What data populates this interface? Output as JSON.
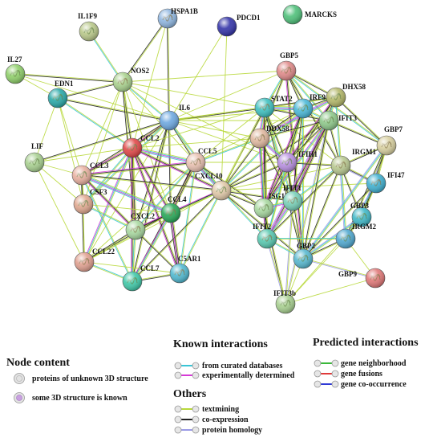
{
  "colors": {
    "curated": "#39c5d6",
    "experimental": "#d63ad6",
    "textmining": "#b8d83a",
    "coexpression": "#222222",
    "homology": "#9b9be6",
    "neighborhood": "#3ab83a",
    "fusion": "#e03a3a",
    "cooccurrence": "#2f3ad6",
    "unknown_structure": "#d8d8d8",
    "known_structure": "#c9a0e0"
  },
  "nodes": [
    {
      "id": "IL1F9",
      "label": "IL1F9",
      "color": "#b9c88a"
    },
    {
      "id": "HSPA1B",
      "label": "HSPA1B",
      "color": "#8fb6e0"
    },
    {
      "id": "PDCD1",
      "label": "PDCD1",
      "color": "#3434a8"
    },
    {
      "id": "MARCKS",
      "label": "MARCKS",
      "color": "#4fc07a"
    },
    {
      "id": "IL27",
      "label": "IL27",
      "color": "#8fcf6a"
    },
    {
      "id": "NOS2",
      "label": "NOS2",
      "color": "#a9d18e"
    },
    {
      "id": "EDN1",
      "label": "EDN1",
      "color": "#2aa9a9"
    },
    {
      "id": "GBP5",
      "label": "GBP5",
      "color": "#e08a8a"
    },
    {
      "id": "DHX58",
      "label": "DHX58",
      "color": "#b4b86a"
    },
    {
      "id": "STAT2",
      "label": "STAT2",
      "color": "#3ec0c0"
    },
    {
      "id": "IRF9",
      "label": "IRF9",
      "color": "#4ab8d8"
    },
    {
      "id": "IL6",
      "label": "IL6",
      "color": "#6ea8e0"
    },
    {
      "id": "IFIT3",
      "label": "IFIT3",
      "color": "#8ec88a"
    },
    {
      "id": "DDX58",
      "label": "DDX58",
      "color": "#e0b8a0"
    },
    {
      "id": "CCL2",
      "label": "CCL2",
      "color": "#e04848"
    },
    {
      "id": "GBP7",
      "label": "GBP7",
      "color": "#d8d0a0"
    },
    {
      "id": "IFIH1",
      "label": "IFIH1",
      "color": "#b890e0"
    },
    {
      "id": "IRGM1",
      "label": "IRGM1",
      "color": "#b8c890"
    },
    {
      "id": "LIF",
      "label": "LIF",
      "color": "#a8d090"
    },
    {
      "id": "CCL5",
      "label": "CCL5",
      "color": "#e8c0b0"
    },
    {
      "id": "CXCL10",
      "label": "CXCL10",
      "color": "#e0c8a8"
    },
    {
      "id": "IFI47",
      "label": "IFI47",
      "color": "#40b0d0"
    },
    {
      "id": "CCL3",
      "label": "CCL3",
      "color": "#e8b0a0"
    },
    {
      "id": "CCL4",
      "label": "CCL4",
      "color": "#28a858"
    },
    {
      "id": "ISG15",
      "label": "ISG15",
      "color": "#a8d8a0"
    },
    {
      "id": "IFIT1",
      "label": "IFIT1",
      "color": "#78d0b8"
    },
    {
      "id": "CSF3",
      "label": "CSF3",
      "color": "#e0a890"
    },
    {
      "id": "CXCL2",
      "label": "CXCL2",
      "color": "#a8d8a0"
    },
    {
      "id": "GBP3",
      "label": "GBP3",
      "color": "#40b8c8"
    },
    {
      "id": "IFIT2",
      "label": "IFIT2",
      "color": "#58c8b0"
    },
    {
      "id": "IRGM2",
      "label": "IRGM2",
      "color": "#50a8d0"
    },
    {
      "id": "CCL22",
      "label": "CCL22",
      "color": "#e0a090"
    },
    {
      "id": "GBP2",
      "label": "GBP2",
      "color": "#58b8d0"
    },
    {
      "id": "C5AR1",
      "label": "C5AR1",
      "color": "#50b8d0"
    },
    {
      "id": "CCL7",
      "label": "CCL7",
      "color": "#40c8a8"
    },
    {
      "id": "GBP9",
      "label": "GBP9",
      "color": "#e07878"
    },
    {
      "id": "IFIT3b",
      "label": "IFIT3b",
      "color": "#a8d090"
    }
  ],
  "legend": {
    "node_content": {
      "title": "Node content",
      "unknown": "proteins of unknown 3D structure",
      "known": "some 3D structure is known"
    },
    "known_interactions": {
      "title": "Known interactions",
      "curated": "from curated databases",
      "experimental": "experimentally determined"
    },
    "predicted_interactions": {
      "title": "Predicted interactions",
      "neighborhood": "gene neighborhood",
      "fusions": "gene fusions",
      "cooccurrence": "gene co-occurrence"
    },
    "others": {
      "title": "Others",
      "textmining": "textmining",
      "coexpression": "co-expression",
      "homology": "protein homology"
    }
  }
}
